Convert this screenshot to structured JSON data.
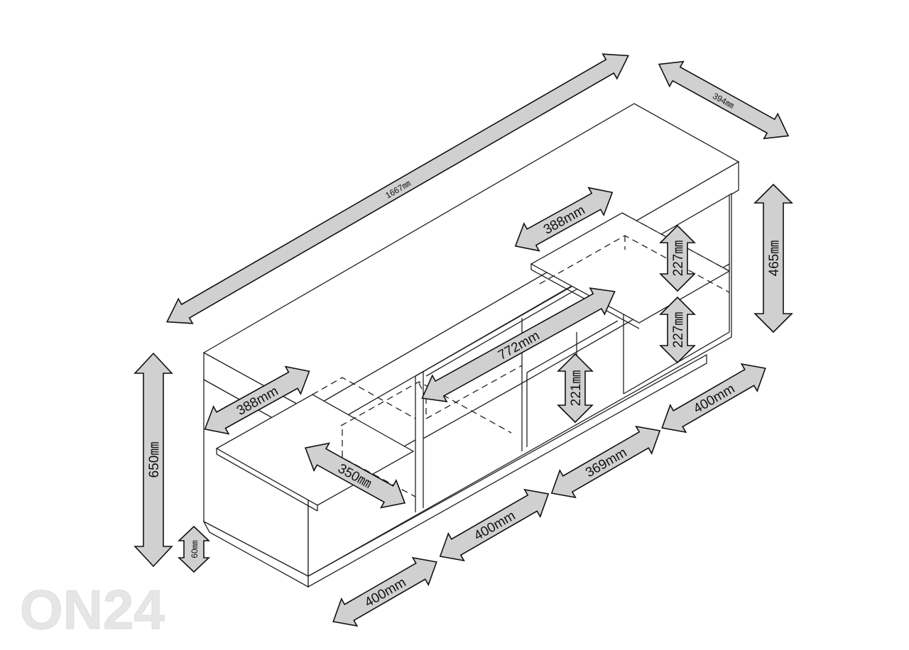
{
  "dimensions": {
    "total_width": "1667㎜",
    "depth": "394㎜",
    "total_height": "650㎜",
    "right_section_height": "465㎜",
    "plinth_height": "60㎜",
    "shelf_upper_right_width": "388mm",
    "shelf_left_width": "388mm",
    "center_compartment_width": "772mm",
    "shelf_height_upper": "227㎜",
    "shelf_height_lower": "227㎜",
    "center_compartment_height": "221㎜",
    "shelf_depth": "350㎜",
    "door_width_1": "400mm",
    "door_width_2": "400mm",
    "door_width_3": "369mm",
    "door_width_4": "400mm"
  },
  "watermark": "ON24",
  "colors": {
    "arrow_fill": "#d0d0d0",
    "line": "#222222",
    "watermark": "#e6e6e6"
  }
}
